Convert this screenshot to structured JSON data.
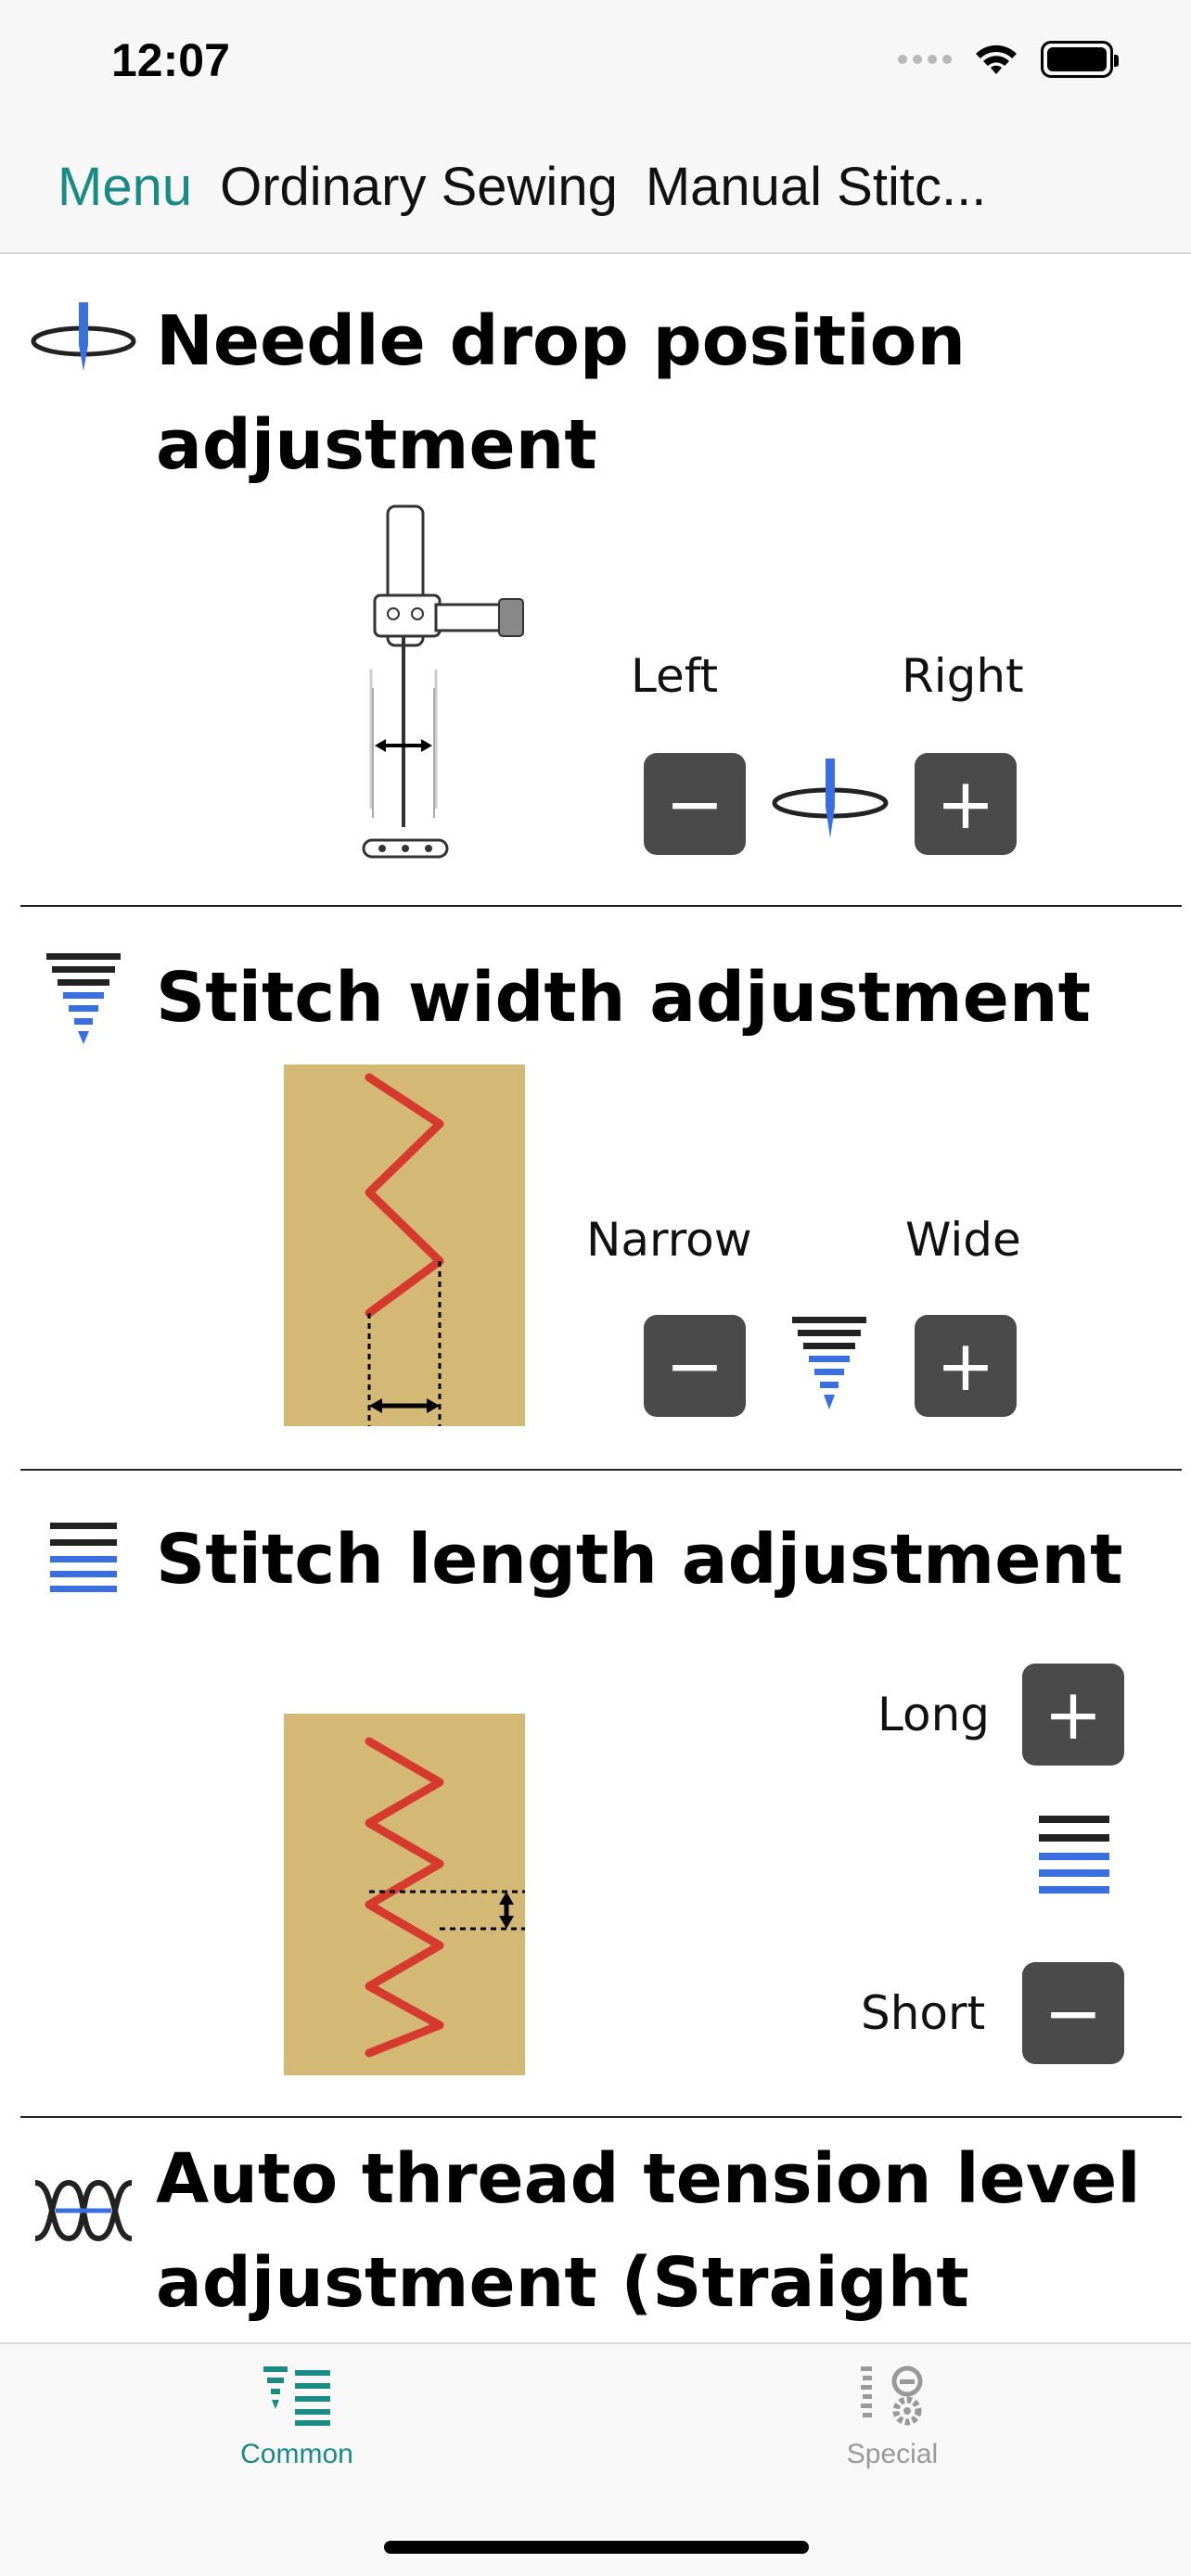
{
  "status_bar": {
    "time": "12:07"
  },
  "nav": {
    "menu_label": "Menu",
    "crumbs": [
      "Ordinary Sewing",
      "Manual Stitc..."
    ]
  },
  "sections": {
    "needle": {
      "title": "Needle drop position adjustment",
      "left_label": "Left",
      "right_label": "Right",
      "minus": "−",
      "plus": "+"
    },
    "width": {
      "title": "Stitch width adjustment",
      "left_label": "Narrow",
      "right_label": "Wide",
      "minus": "−",
      "plus": "+"
    },
    "length": {
      "title": "Stitch length adjustment",
      "long_label": "Long",
      "short_label": "Short",
      "minus": "−",
      "plus": "+"
    },
    "tension": {
      "title": "Auto thread tension level adjustment (Straight"
    }
  },
  "tabbar": {
    "tabs": [
      {
        "label": "Common",
        "icon": "stitch-list-icon",
        "active": true
      },
      {
        "label": "Special",
        "icon": "special-settings-icon",
        "active": false
      }
    ]
  },
  "colors": {
    "accent": "#1a8a84",
    "button": "#4a4a4a",
    "fabric": "#d4b876",
    "stitch": "#d63a2e",
    "icon_blue": "#3a6fe0"
  }
}
